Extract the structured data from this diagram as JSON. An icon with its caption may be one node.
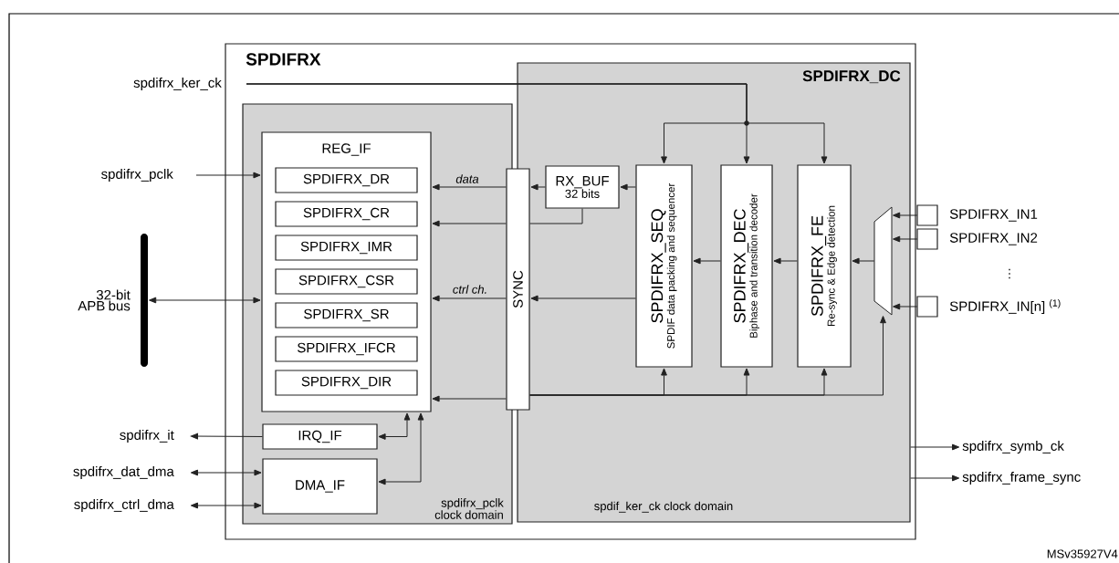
{
  "diagram": {
    "nodes": [
      {
        "text": [
          "SPDIFRX"
        ]
      },
      {
        "text": [
          "spdifrx_pclk clock domain"
        ],
        "in": 0
      },
      {
        "text": [
          "REG_IF"
        ],
        "in": 1
      },
      {
        "text": [
          "SPDIFRX_DR"
        ],
        "in": 2
      },
      {
        "text": [
          "SPDIFRX_CR"
        ],
        "in": 2
      },
      {
        "text": [
          "SPDIFRX_IMR"
        ],
        "in": 2
      },
      {
        "text": [
          "SPDIFRX_CSR"
        ],
        "in": 2
      },
      {
        "text": [
          "SPDIFRX_SR"
        ],
        "in": 2
      },
      {
        "text": [
          "SPDIFRX_IFCR"
        ],
        "in": 2
      },
      {
        "text": [
          "SPDIFRX_DIR"
        ],
        "in": 2
      },
      {
        "text": [
          "IRQ_IF"
        ],
        "in": 1
      },
      {
        "text": [
          "DMA_IF"
        ],
        "in": 1
      },
      {
        "text": [
          "SYNC"
        ],
        "in": 0
      },
      {
        "text": [
          "SPDIFRX_DC",
          "spdif_ker_ck clock domain"
        ],
        "in": 0
      },
      {
        "text": [
          "RX_BUF",
          "32 bits"
        ],
        "in": 13
      },
      {
        "text": [
          "SPDIFRX_SEQ",
          "SPDIF data packing and sequencer"
        ],
        "in": 13
      },
      {
        "text": [
          "SPDIFRX_DEC",
          "Biphase and transition decoder"
        ],
        "in": 13
      },
      {
        "text": [
          "SPDIFRX_FE",
          "Re-sync & Edge detection"
        ],
        "in": 13
      },
      {
        "text": [],
        "shape": "trapezoid",
        "in": 13
      },
      {
        "text": [],
        "shape": "box",
        "beside": [
          "SPDIFRX_IN1"
        ]
      },
      {
        "text": [],
        "shape": "box",
        "beside": [
          "SPDIFRX_IN2"
        ]
      },
      {
        "text": [],
        "shape": "box",
        "beside": [
          "SPDIFRX_IN[n] $^{(1)}$"
        ]
      },
      {
        "text": [
          "spdifrx_ker_ck"
        ]
      },
      {
        "text": [
          "spdifrx_pclk"
        ]
      },
      {
        "text": [],
        "shape": "bar",
        "beside": [
          "32-bit APB bus"
        ]
      },
      {
        "text": [
          "spdifrx_it"
        ]
      },
      {
        "text": [
          "spdifrx_dat_dma"
        ]
      },
      {
        "text": [
          "spdifrx_ctrl_dma"
        ]
      },
      {
        "text": [
          "spdifrx_symb_ck"
        ]
      },
      {
        "text": [
          "spdifrx_frame_sync"
        ]
      }
    ],
    "edges": [
      {
        "from": 22,
        "to": 15,
        "arrow": "to"
      },
      {
        "from": 22,
        "to": 16,
        "arrow": "to"
      },
      {
        "from": 22,
        "to": 17,
        "arrow": "to"
      },
      {
        "from": 23,
        "to": 2,
        "arrow": "to"
      },
      {
        "from": 24,
        "to": 2,
        "arrow": "both"
      },
      {
        "from": 12,
        "to": 2,
        "arrow": "to",
        "label": "data"
      },
      {
        "from": 12,
        "to": 2,
        "arrow": "to"
      },
      {
        "from": 12,
        "to": 2,
        "arrow": "to",
        "label": "ctrl ch."
      },
      {
        "from": 12,
        "to": 2,
        "arrow": "to"
      },
      {
        "from": 14,
        "to": 12,
        "arrow": "to"
      },
      {
        "from": 14,
        "to": 12,
        "arrow": "none"
      },
      {
        "from": 15,
        "to": 14,
        "arrow": "to"
      },
      {
        "from": 15,
        "to": 12,
        "arrow": "to"
      },
      {
        "from": 16,
        "to": 15,
        "arrow": "to"
      },
      {
        "from": 17,
        "to": 16,
        "arrow": "to"
      },
      {
        "from": 18,
        "to": 17,
        "arrow": "to"
      },
      {
        "from": 19,
        "to": 18,
        "arrow": "to"
      },
      {
        "from": 20,
        "to": 18,
        "arrow": "to"
      },
      {
        "from": 21,
        "to": 18,
        "arrow": "to"
      },
      {
        "from": 12,
        "to": 15,
        "arrow": "to"
      },
      {
        "from": 12,
        "to": 16,
        "arrow": "to"
      },
      {
        "from": 12,
        "to": 17,
        "arrow": "to"
      },
      {
        "from": 12,
        "to": 18,
        "arrow": "to"
      },
      {
        "from": 10,
        "to": 25,
        "arrow": "to"
      },
      {
        "from": 10,
        "to": 2,
        "arrow": "both"
      },
      {
        "from": 11,
        "to": 2,
        "arrow": "both"
      },
      {
        "from": 26,
        "to": 11,
        "arrow": "both"
      },
      {
        "from": 27,
        "to": 11,
        "arrow": "both"
      },
      {
        "from": 13,
        "to": 28,
        "arrow": "to"
      },
      {
        "from": 13,
        "to": 29,
        "arrow": "to"
      }
    ],
    "labels": [
      "⋮",
      "MSv35927V4"
    ]
  }
}
